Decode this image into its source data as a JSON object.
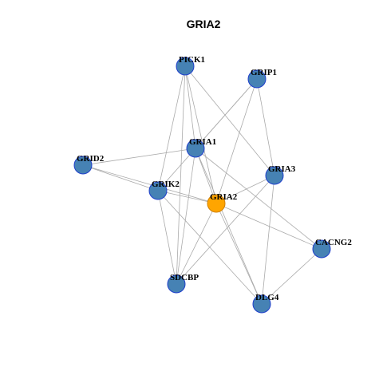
{
  "title": "GRIA2",
  "colors": {
    "node_fill": "#4682B4",
    "node_stroke": "#1F3FCC",
    "focus_fill": "#FFA500",
    "focus_stroke": "#D08000",
    "edge": "#AAAAAA"
  },
  "nodes": [
    {
      "id": "PICK1",
      "label": "PICK1",
      "focus": false
    },
    {
      "id": "GRIP1",
      "label": "GRIP1",
      "focus": false
    },
    {
      "id": "GRIA1",
      "label": "GRIA1",
      "focus": false
    },
    {
      "id": "GRID2",
      "label": "GRID2",
      "focus": false
    },
    {
      "id": "GRIA3",
      "label": "GRIA3",
      "focus": false
    },
    {
      "id": "GRIK2",
      "label": "GRIK2",
      "focus": false
    },
    {
      "id": "GRIA2",
      "label": "GRIA2",
      "focus": true
    },
    {
      "id": "CACNG2",
      "label": "CACNG2",
      "focus": false
    },
    {
      "id": "SDCBP",
      "label": "SDCBP",
      "focus": false
    },
    {
      "id": "DLG4",
      "label": "DLG4",
      "focus": false
    }
  ],
  "edges": [
    [
      "PICK1",
      "GRIA1"
    ],
    [
      "PICK1",
      "GRIA2"
    ],
    [
      "PICK1",
      "GRIK2"
    ],
    [
      "PICK1",
      "GRIA3"
    ],
    [
      "PICK1",
      "SDCBP"
    ],
    [
      "GRIP1",
      "GRIA1"
    ],
    [
      "GRIP1",
      "GRIA2"
    ],
    [
      "GRIP1",
      "GRIA3"
    ],
    [
      "GRIP1",
      "GRIK2"
    ],
    [
      "GRID2",
      "GRIA1"
    ],
    [
      "GRID2",
      "GRIA2"
    ],
    [
      "GRID2",
      "GRIK2"
    ],
    [
      "GRIA1",
      "GRIA2"
    ],
    [
      "GRIA1",
      "SDCBP"
    ],
    [
      "GRIA1",
      "CACNG2"
    ],
    [
      "GRIA1",
      "DLG4"
    ],
    [
      "GRIK2",
      "GRIA2"
    ],
    [
      "GRIK2",
      "SDCBP"
    ],
    [
      "GRIK2",
      "DLG4"
    ],
    [
      "GRIA3",
      "GRIA2"
    ],
    [
      "GRIA3",
      "SDCBP"
    ],
    [
      "GRIA3",
      "DLG4"
    ],
    [
      "GRIA2",
      "SDCBP"
    ],
    [
      "GRIA2",
      "DLG4"
    ],
    [
      "GRIA2",
      "CACNG2"
    ],
    [
      "CACNG2",
      "DLG4"
    ]
  ]
}
